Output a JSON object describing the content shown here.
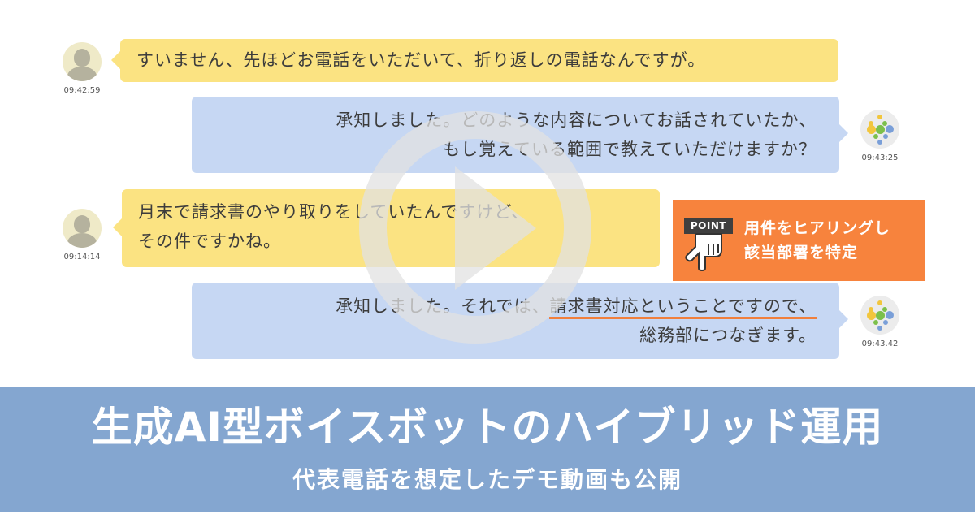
{
  "conversation": {
    "messages": [
      {
        "speaker": "caller",
        "avatar_icon": "user-silhouette-icon",
        "timestamp": "09:42:59",
        "lines": [
          "すいません、先ほどお電話をいただいて、折り返しの電話なんですが。"
        ]
      },
      {
        "speaker": "voicebot",
        "avatar_icon": "bot-dots-logo-icon",
        "timestamp": "09:43:25",
        "lines": [
          "承知しました。どのような内容についてお話されていたか、",
          "もし覚えている範囲で教えていただけますか？"
        ]
      },
      {
        "speaker": "caller",
        "avatar_icon": "user-silhouette-icon",
        "timestamp": "09:14:14",
        "lines": [
          "月末で請求書のやり取りをしていたんですけど、",
          "その件ですかね。"
        ]
      },
      {
        "speaker": "voicebot",
        "avatar_icon": "bot-dots-logo-icon",
        "timestamp": "09:43.42",
        "line1_prefix": "承知しました。それでは、",
        "line1_highlight": "請求書対応ということですので、",
        "lines": [
          "総務部につなぎます。"
        ]
      }
    ]
  },
  "point_callout": {
    "tag": "POINT",
    "icon": "pointing-hand-icon",
    "lines": [
      "用件をヒアリングし",
      "該当部署を特定"
    ]
  },
  "video": {
    "play_icon": "play-button-icon"
  },
  "banner": {
    "title": "生成AI型ボイスボットのハイブリッド運用",
    "subtitle": "代表電話を想定したデモ動画も公開"
  },
  "colors": {
    "caller_bubble": "#fbe382",
    "bot_bubble": "#c6d7f3",
    "point_orange": "#f7833d",
    "banner_blue": "#84a6d0",
    "highlight_underline": "#f07f3c"
  }
}
